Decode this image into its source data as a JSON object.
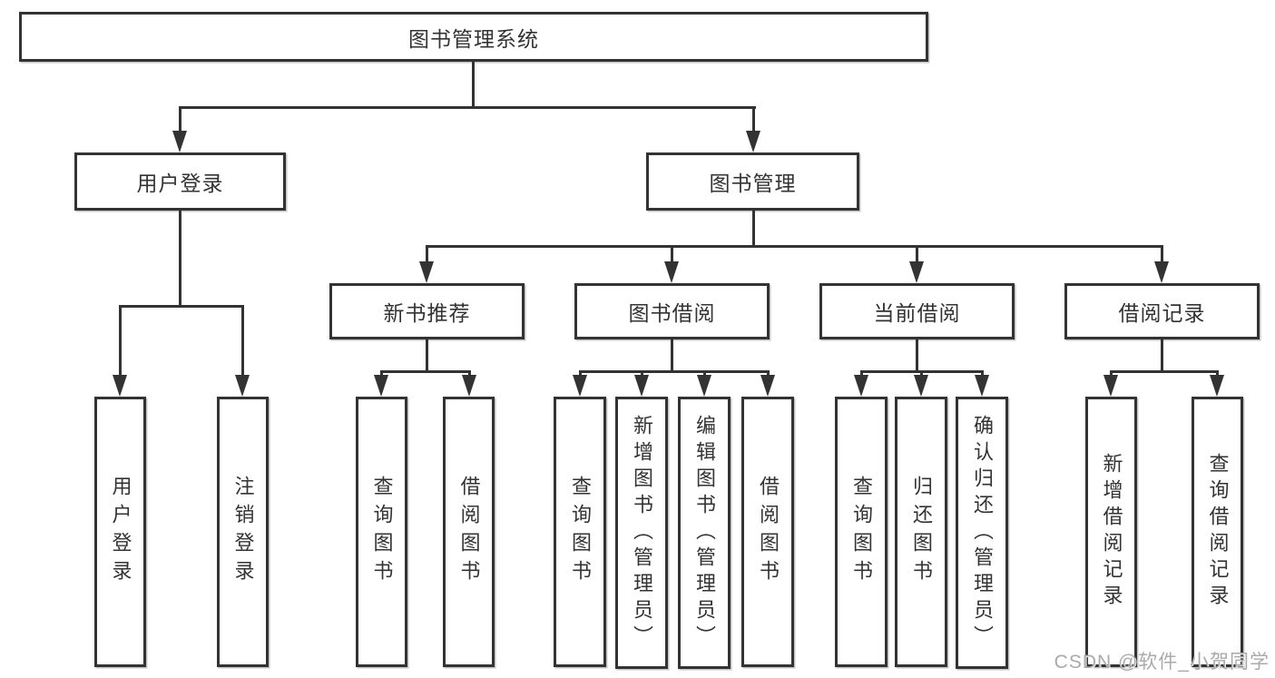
{
  "diagram_title": "图书管理系统",
  "tree": {
    "root": {
      "label": "图书管理系统"
    },
    "branches": [
      {
        "label": "用户登录",
        "children": [
          {
            "label": "用户登录"
          },
          {
            "label": "注销登录"
          }
        ]
      },
      {
        "label": "图书管理",
        "children": [
          {
            "label": "新书推荐",
            "children": [
              {
                "label": "查询图书"
              },
              {
                "label": "借阅图书"
              }
            ]
          },
          {
            "label": "图书借阅",
            "children": [
              {
                "label": "查询图书"
              },
              {
                "label": "新增图书（管理员）"
              },
              {
                "label": "编辑图书（管理员）"
              },
              {
                "label": "借阅图书"
              }
            ]
          },
          {
            "label": "当前借阅",
            "children": [
              {
                "label": "查询图书"
              },
              {
                "label": "归还图书"
              },
              {
                "label": "确认归还（管理员）"
              }
            ]
          },
          {
            "label": "借阅记录",
            "children": [
              {
                "label": "新增借阅记录"
              },
              {
                "label": "查询借阅记录"
              }
            ]
          }
        ]
      }
    ]
  },
  "watermark": {
    "text": "CSDN @软件_小贺同学"
  },
  "colors": {
    "line": "#333333",
    "box_border": "#333333",
    "box_fill": "#ffffff",
    "text": "#333333",
    "background": "#ffffff",
    "watermark": "#aaaaaa"
  }
}
